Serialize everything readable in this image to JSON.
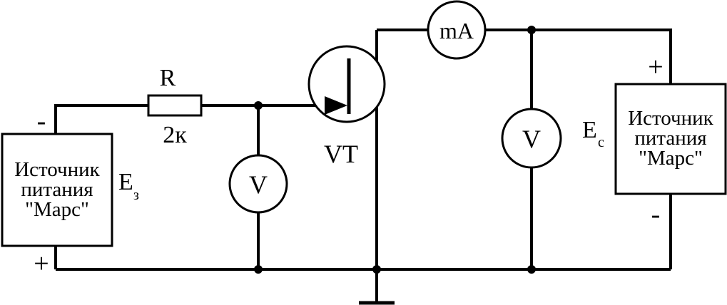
{
  "left_source": {
    "lines": [
      "Источник",
      "питания",
      "\"Марс\""
    ],
    "emf_main": "E",
    "emf_sub": "з",
    "top_sign": "-",
    "bottom_sign": "+"
  },
  "right_source": {
    "lines": [
      "Источник",
      "питания",
      "\"Марс\""
    ],
    "emf_main": "E",
    "emf_sub": "c",
    "top_sign": "+",
    "bottom_sign": "-"
  },
  "resistor": {
    "name": "R",
    "value": "2к"
  },
  "transistor": {
    "label": "VT"
  },
  "meters": {
    "gate_voltmeter": "V",
    "drain_voltmeter": "V",
    "milliammeter": "mA"
  }
}
